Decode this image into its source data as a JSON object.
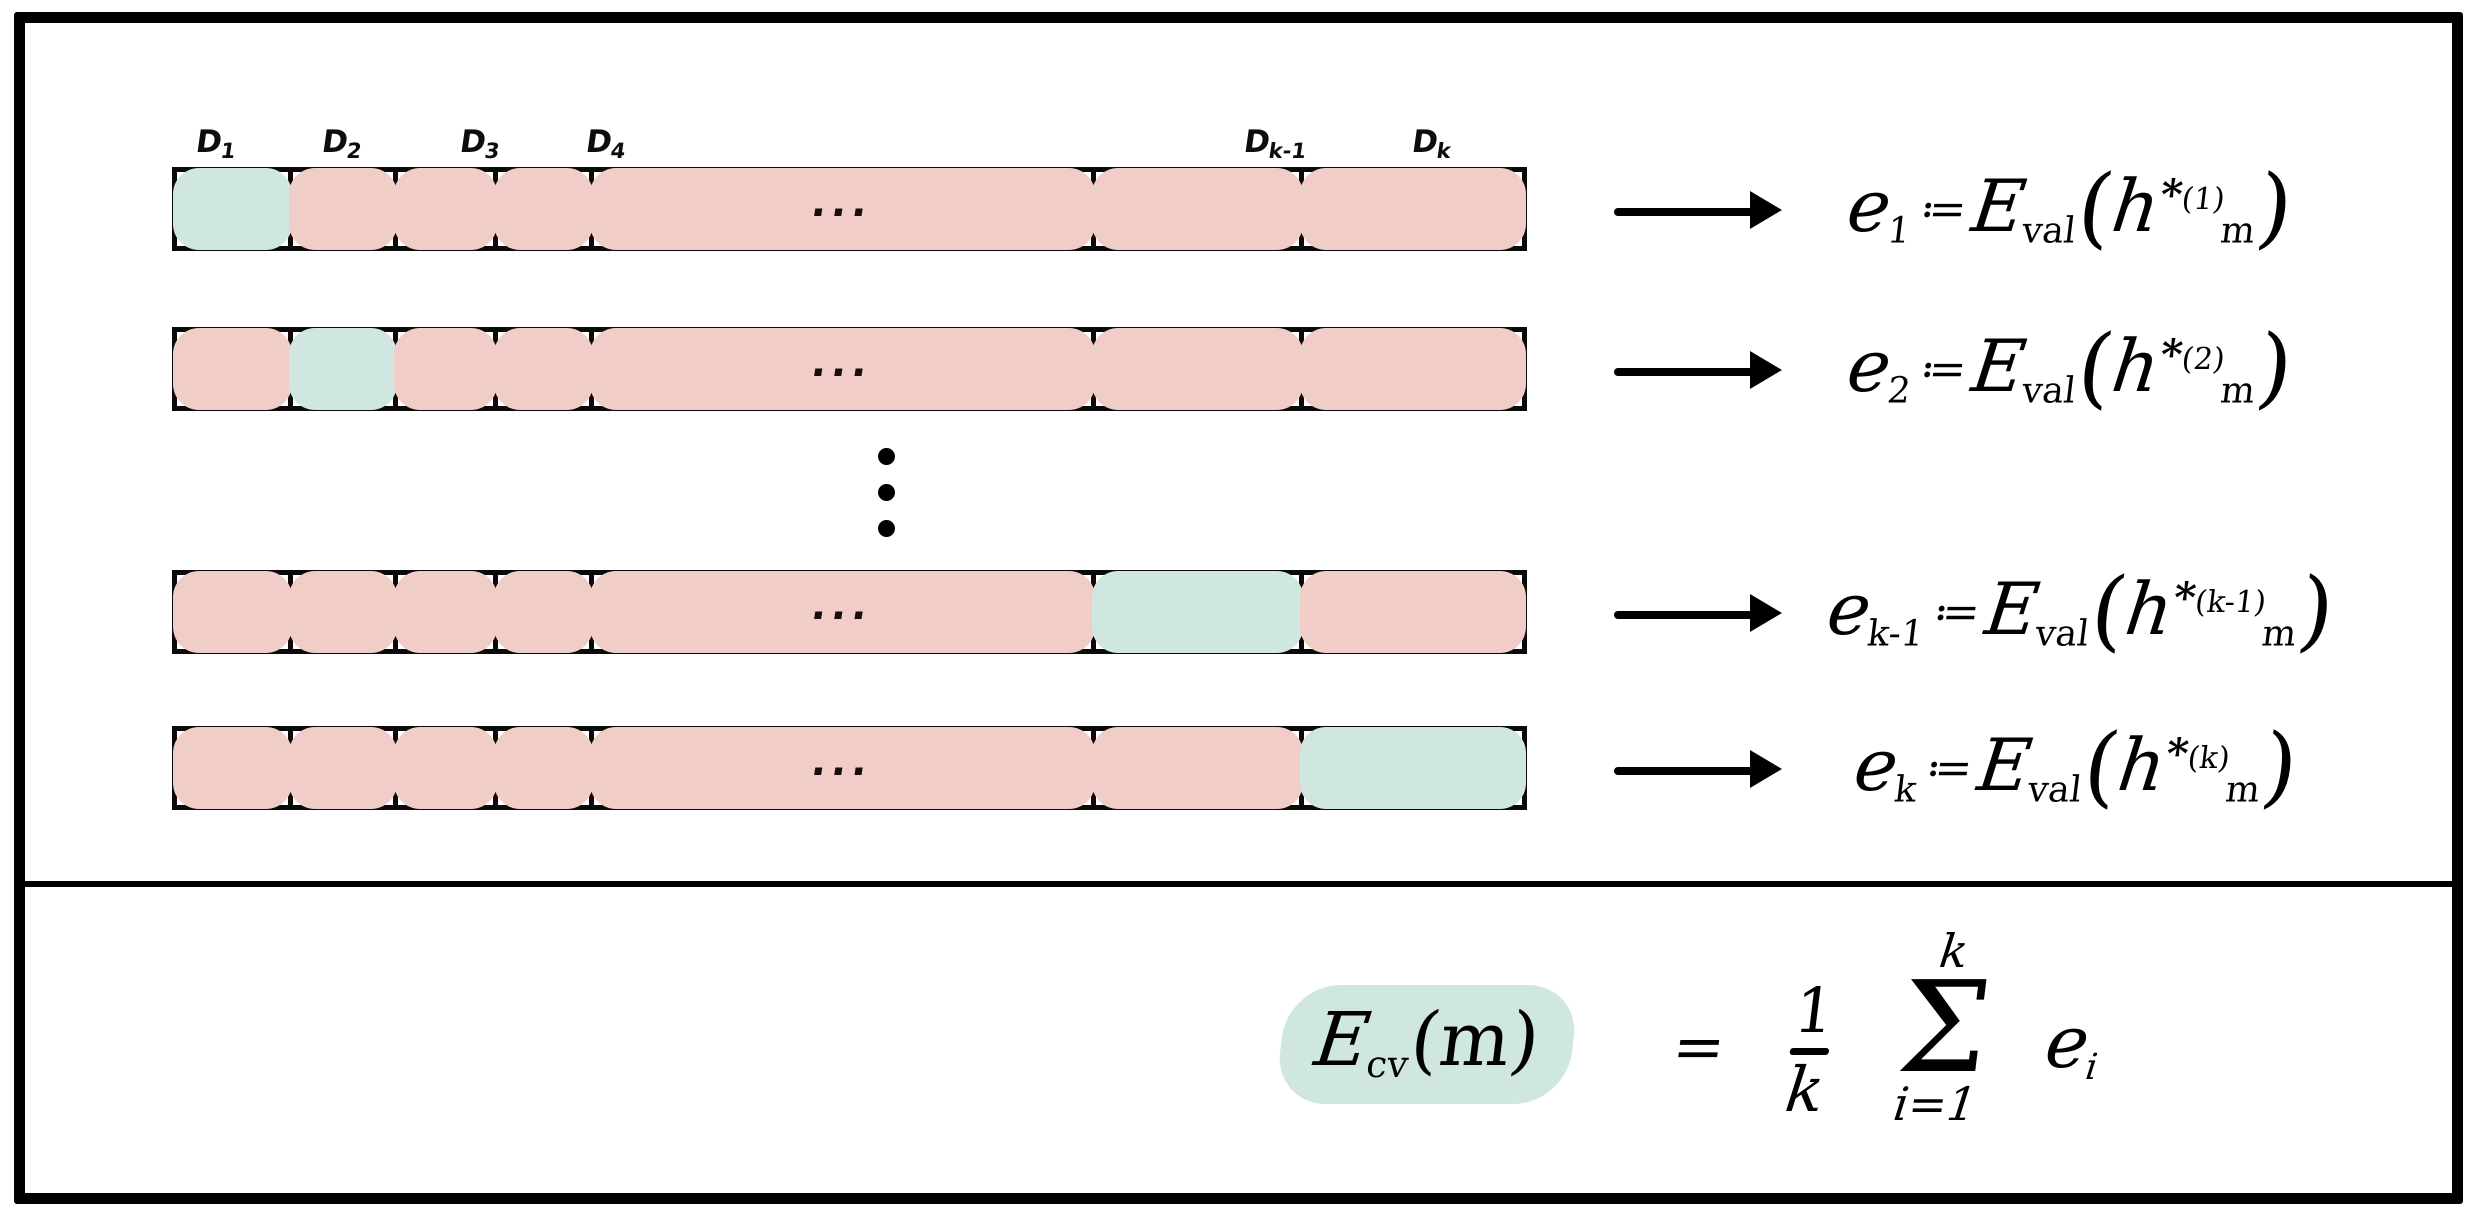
{
  "figure": {
    "title": "k-fold cross validation diagram",
    "colors": {
      "validation_fold": "#cfe7e0",
      "training_fold": "#f0cdc7",
      "ink": "#000000",
      "background": "#ffffff"
    },
    "column_labels": [
      "D₁",
      "D₂",
      "D₃",
      "D₄",
      "",
      "Dₖ₋₁",
      "Dₖ"
    ],
    "ellipsis_glyph": "...",
    "vertical_ellipsis_dots": 3,
    "arrow_glyph": "arrow-right",
    "rows": [
      {
        "id": "fold-1",
        "highlight_index": 0,
        "cells": [
          "",
          "",
          "",
          "",
          "...",
          "",
          ""
        ],
        "formula": {
          "lhs": "e",
          "lhs_sub": "1",
          "relation": "≔",
          "rhs_fn": "E",
          "rhs_fn_sub": "val",
          "arg_base": "h",
          "arg_star": "*",
          "arg_sub": "m",
          "arg_sup": "(1)",
          "plain": "e₁ := E_val(h*_m^(1))"
        }
      },
      {
        "id": "fold-2",
        "highlight_index": 1,
        "cells": [
          "",
          "",
          "",
          "",
          "...",
          "",
          ""
        ],
        "formula": {
          "lhs": "e",
          "lhs_sub": "2",
          "relation": "≔",
          "rhs_fn": "E",
          "rhs_fn_sub": "val",
          "arg_base": "h",
          "arg_star": "*",
          "arg_sub": "m",
          "arg_sup": "(2)",
          "plain": "e₂ := E_val(h*_m^(2))"
        }
      },
      {
        "id": "fold-k-minus-1",
        "highlight_index": 5,
        "cells": [
          "",
          "",
          "",
          "",
          "...",
          "",
          ""
        ],
        "formula": {
          "lhs": "e",
          "lhs_sub": "k-1",
          "relation": "≔",
          "rhs_fn": "E",
          "rhs_fn_sub": "val",
          "arg_base": "h",
          "arg_star": "*",
          "arg_sub": "m",
          "arg_sup": "(k-1)",
          "plain": "e_{k-1} := E_val(h*_m^(k-1))"
        }
      },
      {
        "id": "fold-k",
        "highlight_index": 6,
        "cells": [
          "",
          "",
          "",
          "",
          "...",
          "",
          ""
        ],
        "formula": {
          "lhs": "e",
          "lhs_sub": "k",
          "relation": "≔",
          "rhs_fn": "E",
          "rhs_fn_sub": "val",
          "arg_base": "h",
          "arg_star": "*",
          "arg_sub": "m",
          "arg_sup": "(k)",
          "plain": "e_k := E_val(h*_m^(k))"
        }
      }
    ],
    "summary": {
      "lhs_base": "E",
      "lhs_sub": "cv",
      "lhs_arg": "(m)",
      "equals": "=",
      "fraction_numerator": "1",
      "fraction_denominator": "k",
      "sum_glyph": "Σ",
      "sum_upper": "k",
      "sum_lower": "i=1",
      "summand_base": "e",
      "summand_sub": "i",
      "plain": "E_cv(m) = (1/k) Σ_{i=1}^{k} e_i"
    }
  }
}
